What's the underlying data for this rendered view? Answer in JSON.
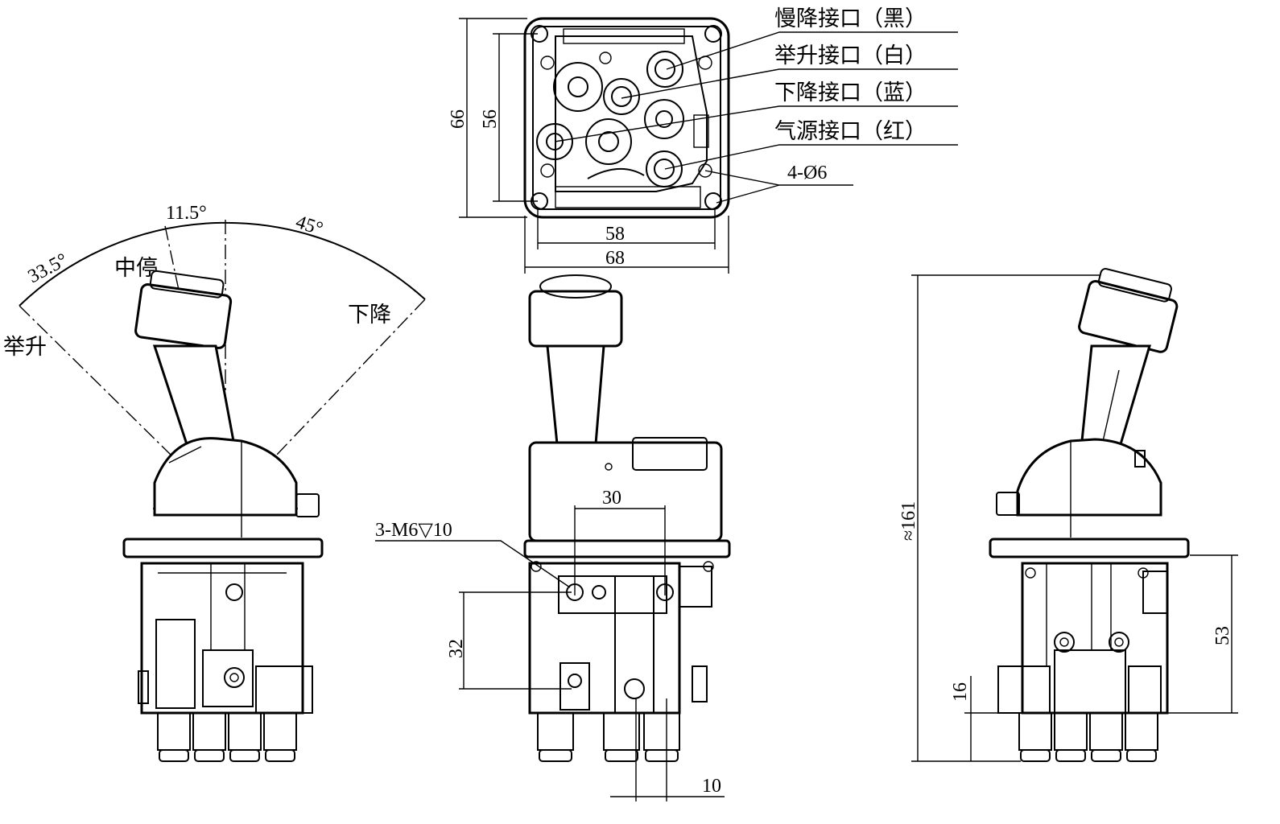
{
  "ports": {
    "slow_descent": "慢降接口（黑）",
    "lift": "举升接口（白）",
    "lower": "下降接口（蓝）",
    "air": "气源接口（红）",
    "holes": "4-Ø6"
  },
  "angles": {
    "neutral_offset": "11.5°",
    "lift": "33.5°",
    "lower": "45°"
  },
  "positions": {
    "neutral": "中停",
    "lift": "举升",
    "lower": "下降"
  },
  "dims": {
    "d66": "66",
    "d56": "56",
    "d58": "58",
    "d68": "68",
    "d30": "30",
    "thread": "3-M6▽10",
    "d32": "32",
    "d10": "10",
    "d161": "≈161",
    "d16": "16",
    "d53": "53"
  }
}
